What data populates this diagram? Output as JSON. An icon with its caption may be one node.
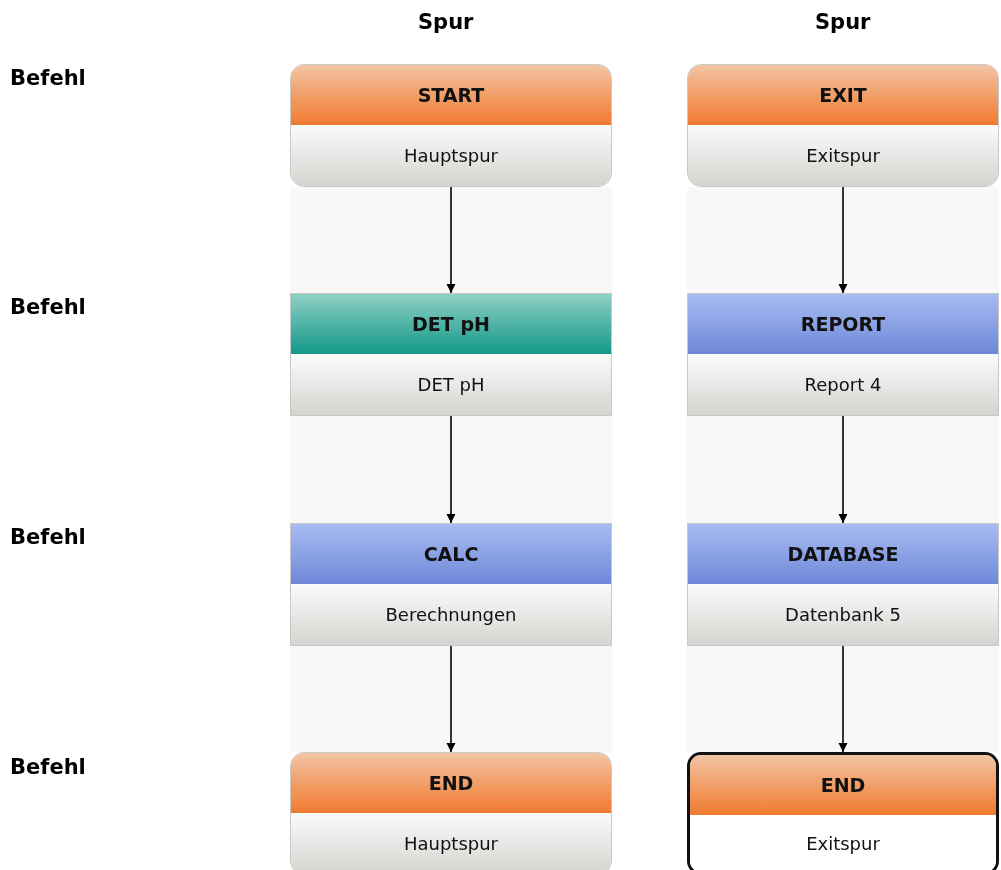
{
  "diagram": {
    "nodes": [
      {
        "text": [
          "START",
          "Hauptspur"
        ]
      },
      {
        "text": [
          "EXIT",
          "Exitspur"
        ]
      },
      {
        "text": [
          "DET pH",
          "DET pH"
        ]
      },
      {
        "text": [
          "REPORT",
          "Report 4"
        ]
      },
      {
        "text": [
          "CALC",
          "Berechnungen"
        ]
      },
      {
        "text": [
          "DATABASE",
          "Datenbank 5"
        ]
      },
      {
        "text": [
          "END",
          "Hauptspur"
        ]
      },
      {
        "text": [
          "END",
          "Exitspur"
        ]
      }
    ],
    "edges": [
      {
        "from": 0,
        "to": 2,
        "arrow": "to"
      },
      {
        "from": 2,
        "to": 4,
        "arrow": "to"
      },
      {
        "from": 4,
        "to": 6,
        "arrow": "to"
      },
      {
        "from": 1,
        "to": 3,
        "arrow": "to"
      },
      {
        "from": 3,
        "to": 5,
        "arrow": "to"
      },
      {
        "from": 5,
        "to": 7,
        "arrow": "to"
      }
    ],
    "labels": [
      "Spur",
      "Spur",
      "Befehl",
      "Befehl",
      "Befehl",
      "Befehl"
    ]
  }
}
